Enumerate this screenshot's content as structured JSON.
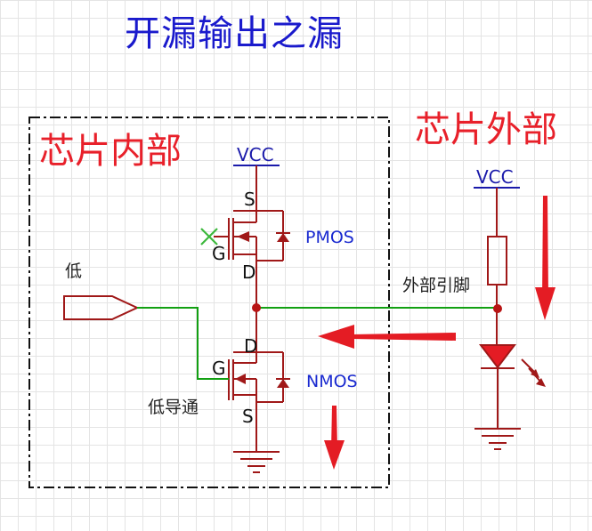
{
  "title": "开漏输出之漏",
  "regions": {
    "inside": "芯片内部",
    "outside": "芯片外部"
  },
  "labels": {
    "vcc_chip": "VCC",
    "vcc_external": "VCC",
    "pmos": "PMOS",
    "nmos": "NMOS",
    "pmos_source": "S",
    "pmos_gate": "G",
    "pmos_drain": "D",
    "nmos_drain": "D",
    "nmos_gate": "G",
    "nmos_source": "S",
    "input_level": "低",
    "nmos_state": "低导通",
    "external_pin": "外部引脚"
  },
  "colors": {
    "title": "#1a1acc",
    "region_label": "#e8202a",
    "wire_red": "#a01818",
    "wire_green": "#12a012",
    "arrow": "#e41c24",
    "mos_label": "#1a2ad0",
    "vcc_label": "#1a1aaa"
  }
}
